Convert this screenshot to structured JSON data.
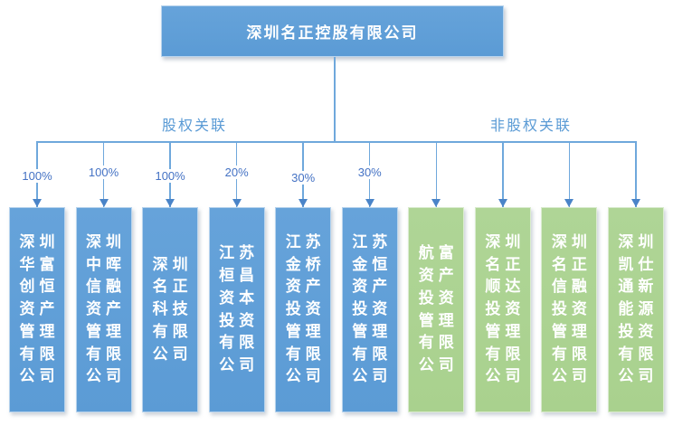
{
  "root": {
    "name": "深圳名正控股有限公司"
  },
  "branch_labels": {
    "equity": "股权关联",
    "non_equity": "非股权关联"
  },
  "companies": [
    {
      "name": "深圳华富创恒资产管理有限公司",
      "display": "深圳\n华富\n创恒\n资产\n管理\n有限\n公司",
      "ownership": "100%",
      "relation": "股权关联",
      "color": "#5B9BD5"
    },
    {
      "name": "深圳中晖信融资产管理有限公司",
      "display": "深圳\n中晖\n信融\n资产\n管理\n有限\n公司",
      "ownership": "100%",
      "relation": "股权关联",
      "color": "#5B9BD5"
    },
    {
      "name": "深圳名正科技有限公司",
      "display": "深圳\n名正\n科技\n有限\n公司",
      "ownership": "100%",
      "relation": "股权关联",
      "color": "#5B9BD5"
    },
    {
      "name": "江苏桓昌资本投资有限公司",
      "display": "江苏\n桓昌\n资本\n投资\n有限\n公司",
      "ownership": "20%",
      "relation": "股权关联",
      "color": "#5B9BD5"
    },
    {
      "name": "江苏金桥资产投资管理有限公司",
      "display": "江苏\n金桥\n资产\n投资\n管理\n有限\n公司",
      "ownership": "30%",
      "relation": "股权关联",
      "color": "#5B9BD5"
    },
    {
      "name": "江苏金恒资产投资管理有限公司",
      "display": "江苏\n金恒\n资产\n投资\n管理\n有限\n公司",
      "ownership": "30%",
      "relation": "股权关联",
      "color": "#5B9BD5"
    },
    {
      "name": "航富资产投资管理有限公司",
      "display": "航富\n资产\n投资\n管理\n有限\n公司",
      "relation": "非股权关联",
      "color": "#A9D18E"
    },
    {
      "name": "深圳名正顺达投资管理有限公司",
      "display": "深圳\n名正\n顺达\n投资\n管理\n有限\n公司",
      "relation": "非股权关联",
      "color": "#A9D18E"
    },
    {
      "name": "深圳名正信融投资管理有限公司",
      "display": "深圳\n名正\n信融\n投资\n管理\n有限\n公司",
      "relation": "非股权关联",
      "color": "#A9D18E"
    },
    {
      "name": "深圳凯仕通新能源投资有限公司",
      "display": "深圳\n凯仕\n通新\n能源\n投资\n有限\n公司",
      "relation": "非股权关联",
      "color": "#A9D18E"
    }
  ],
  "colors": {
    "blue_box": "#5B9BD5",
    "green_box": "#A9D18E",
    "connector_line": "#6FA8DC",
    "arrowhead": "#4A84C8",
    "percentage_text": "#4472C4",
    "branch_label_text": "#5B9BD5",
    "box_text": "#FFFFFF",
    "background": "#FFFFFF"
  }
}
